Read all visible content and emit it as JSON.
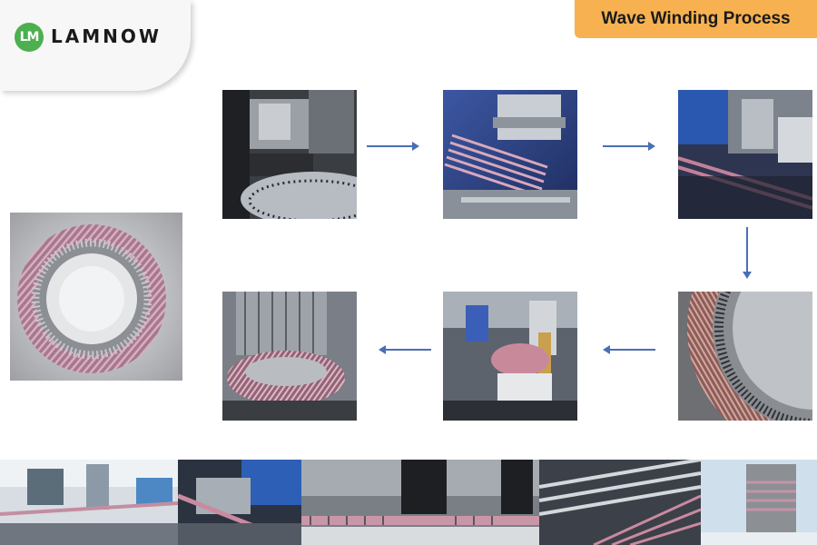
{
  "brand": {
    "mark": "LM",
    "name": "LAMNOW",
    "color": "#4caf50"
  },
  "title": "Wave Winding Process",
  "accent_color": "#f7b150",
  "arrow_color": "#4a6fb5",
  "icons": [
    "logo-icon",
    "arrow-right-icon",
    "arrow-down-icon",
    "arrow-left-icon"
  ]
}
